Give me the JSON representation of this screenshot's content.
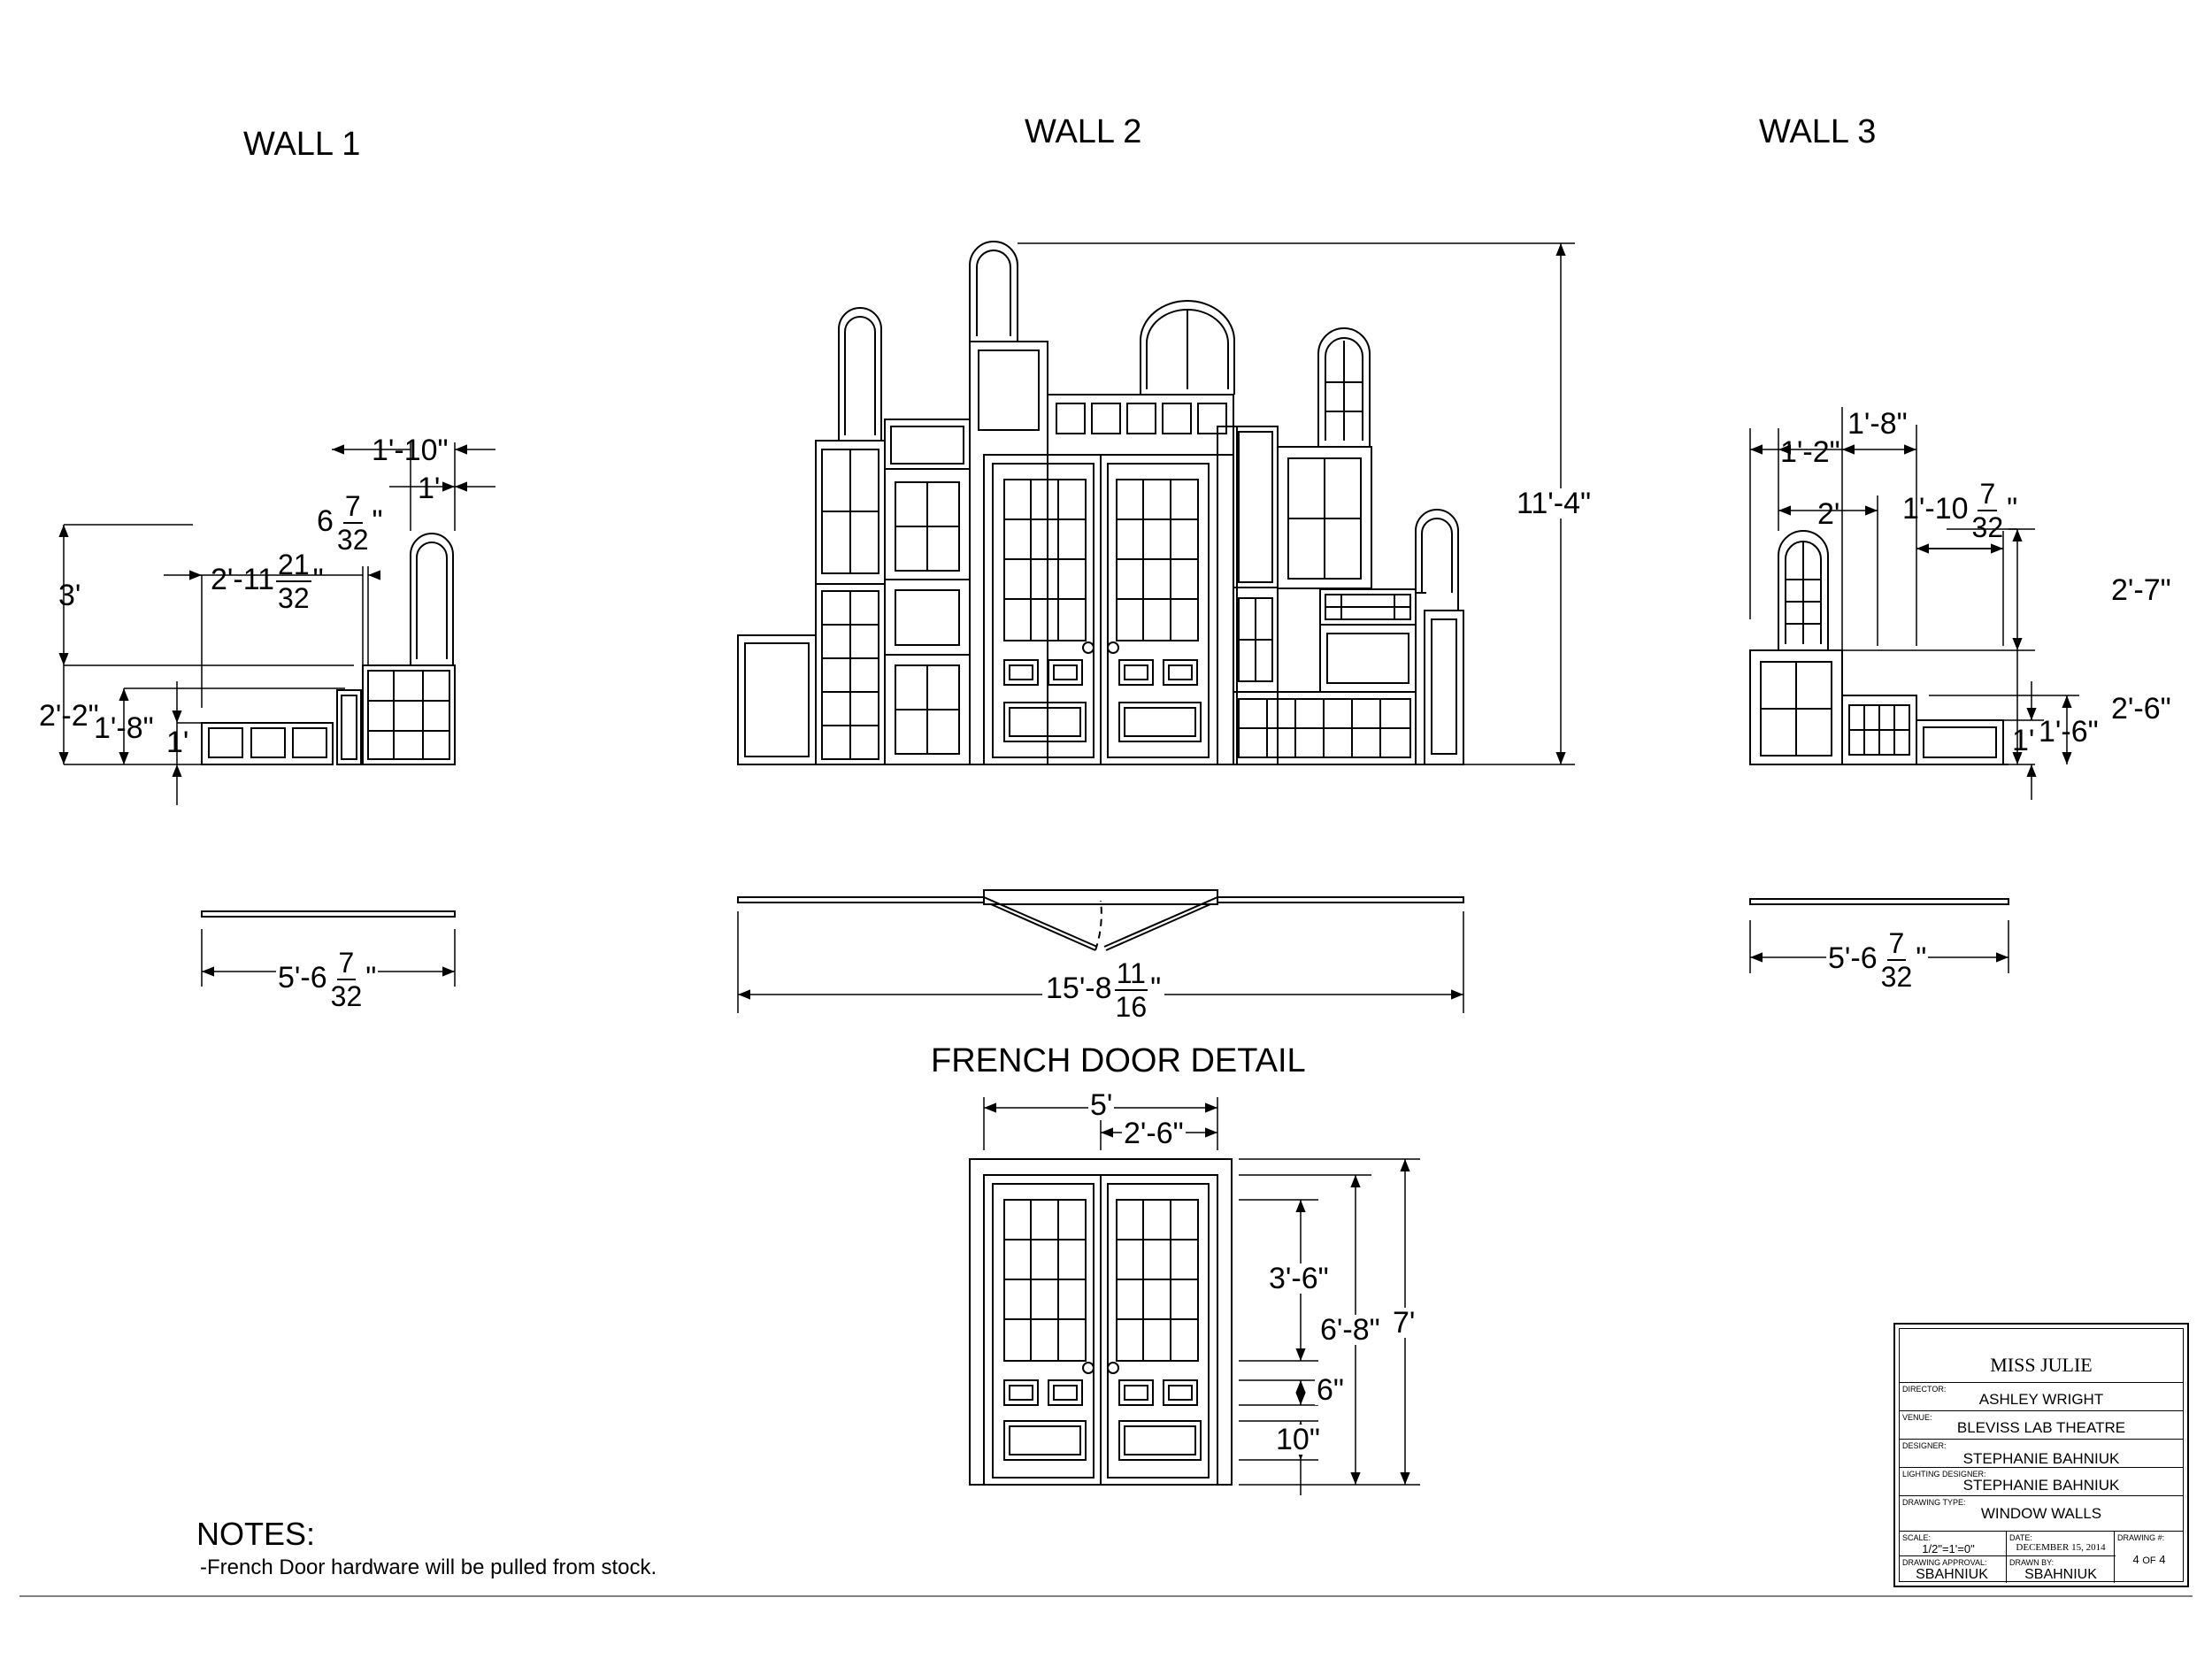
{
  "walls": {
    "wall1": {
      "title": "WALL 1",
      "dims": {
        "top_offset": "1'-10\"",
        "one_ft": "1'",
        "small_whole": "6",
        "small_num": "7",
        "small_den": "32",
        "small_unit": "\"",
        "mid_whole": "2'-11",
        "mid_num": "21",
        "mid_den": "32",
        "mid_unit": "\"",
        "height_upper": "3'",
        "height_lower": "2'-2\"",
        "height_1_8": "1'-8\"",
        "height_1": "1'",
        "width_whole": "5'-6",
        "width_num": "7",
        "width_den": "32",
        "width_unit": "\""
      }
    },
    "wall2": {
      "title": "WALL 2",
      "dims": {
        "height": "11'-4\"",
        "width_whole": "15'-8",
        "width_num": "11",
        "width_den": "16",
        "width_unit": "\""
      }
    },
    "wall3": {
      "title": "WALL 3",
      "dims": {
        "top_1_8": "1'-8\"",
        "top_1_2": "1'-2\"",
        "two_ft": "2'",
        "mid_whole": "1'-10",
        "mid_num": "7",
        "mid_den": "32",
        "mid_unit": "\"",
        "height_upper": "2'-7\"",
        "height_lower": "2'-6\"",
        "height_1_6": "1'-6\"",
        "height_1": "1'",
        "width_whole": "5'-6",
        "width_num": "7",
        "width_den": "32",
        "width_unit": "\""
      }
    }
  },
  "french_door": {
    "title": "FRENCH DOOR DETAIL",
    "dims": {
      "width": "5'",
      "half_width": "2'-6\"",
      "glass_height": "3'-6\"",
      "door_height": "6'-8\"",
      "overall_height": "7'",
      "small_panel": "6\"",
      "lower_panel": "10\""
    }
  },
  "notes": {
    "heading": "NOTES:",
    "text": "-French Door hardware will be pulled from stock."
  },
  "title_block": {
    "show": "MISS JULIE",
    "director_caption": "DIRECTOR:",
    "director": "ASHLEY WRIGHT",
    "venue_caption": "VENUE:",
    "venue": "BLEVISS LAB THEATRE",
    "designer_caption": "DESIGNER:",
    "designer": "STEPHANIE BAHNIUK",
    "lighting_caption": "LIGHTING DESIGNER:",
    "lighting_designer": "STEPHANIE BAHNIUK",
    "drawing_type_caption": "DRAWING TYPE:",
    "drawing_type": "WINDOW WALLS",
    "scale_caption": "SCALE:",
    "scale": "1/2\"=1'=0\"",
    "date_caption": "DATE:",
    "date": "DECEMBER 15, 2014",
    "drawing_no_caption": "DRAWING #:",
    "sheet": "4",
    "of_label": "OF",
    "total_sheets": "4",
    "approval_caption": "DRAWING APPROVAL:",
    "approval": "SBAHNIUK",
    "drawn_by_caption": "DRAWN BY:",
    "drawn_by": "SBAHNIUK"
  }
}
